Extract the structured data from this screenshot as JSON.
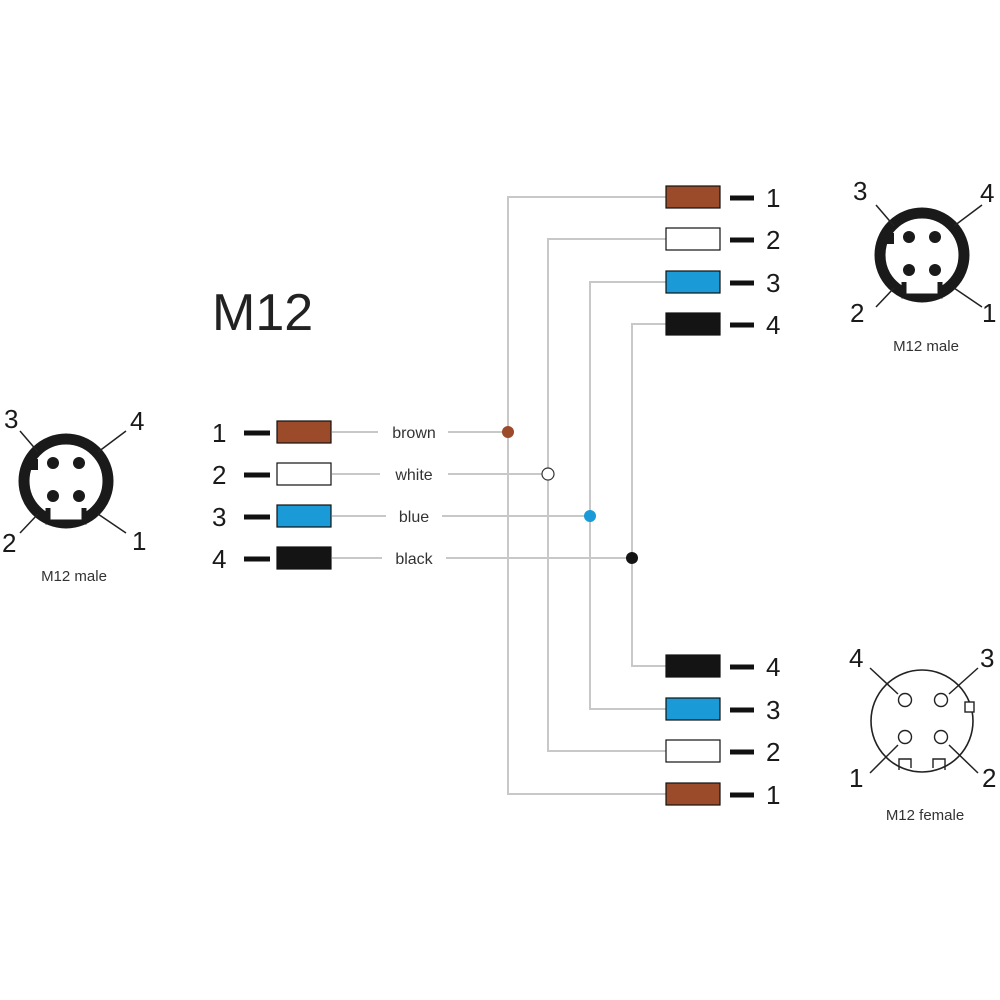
{
  "title": "M12",
  "colors": {
    "brown": "#9b4a2a",
    "white": "#ffffff",
    "blue": "#1a9ad6",
    "black": "#141414",
    "wire": "#c8c8c8"
  },
  "left": {
    "pins": [
      {
        "num": "1",
        "label": "brown",
        "color": "brown"
      },
      {
        "num": "2",
        "label": "white",
        "color": "white"
      },
      {
        "num": "3",
        "label": "blue",
        "color": "blue"
      },
      {
        "num": "4",
        "label": "black",
        "color": "black"
      }
    ]
  },
  "right_top": {
    "pins": [
      {
        "num": "1",
        "color": "brown"
      },
      {
        "num": "2",
        "color": "white"
      },
      {
        "num": "3",
        "color": "blue"
      },
      {
        "num": "4",
        "color": "black"
      }
    ]
  },
  "right_bottom": {
    "pins": [
      {
        "num": "4",
        "color": "black"
      },
      {
        "num": "3",
        "color": "blue"
      },
      {
        "num": "2",
        "color": "white"
      },
      {
        "num": "1",
        "color": "brown"
      }
    ]
  },
  "connectors": {
    "left_male": {
      "label": "M12 male",
      "pin_labels": [
        "3",
        "4",
        "2",
        "1"
      ]
    },
    "top_male": {
      "label": "M12 male",
      "pin_labels": [
        "3",
        "4",
        "2",
        "1"
      ]
    },
    "bottom_female": {
      "label": "M12 female",
      "pin_labels": [
        "4",
        "3",
        "1",
        "2"
      ]
    }
  }
}
